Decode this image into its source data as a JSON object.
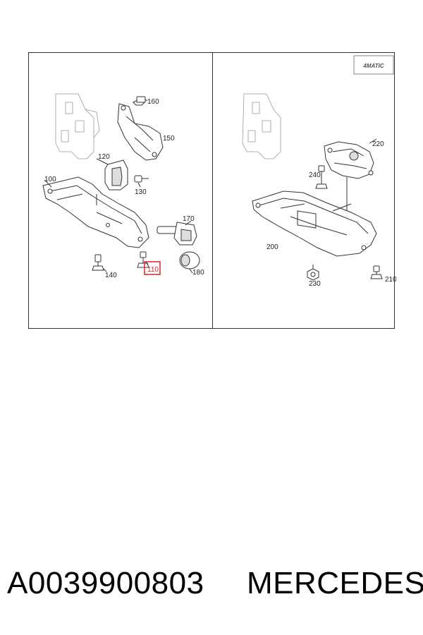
{
  "diagram": {
    "left_panel": {
      "callouts": [
        "160",
        "150",
        "120",
        "130",
        "100",
        "170",
        "110",
        "140",
        "180"
      ],
      "highlighted_callout": "110",
      "highlight_color": "#e0202a"
    },
    "right_panel": {
      "badge": "4MATIC",
      "callouts": [
        "220",
        "240",
        "200",
        "230",
        "210"
      ]
    }
  },
  "footer": {
    "part_number": "A0039900803",
    "brand": "MERCEDES"
  }
}
